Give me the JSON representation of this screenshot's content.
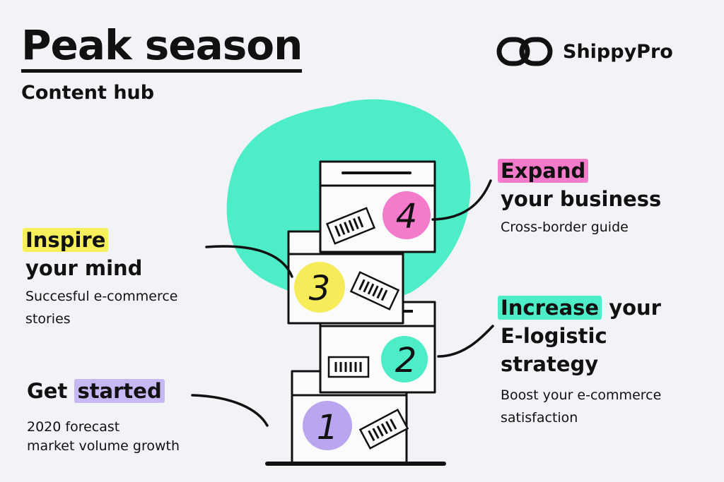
{
  "header": {
    "title": "Peak season",
    "subtitle": "Content hub"
  },
  "brand": {
    "name": "ShippyPro",
    "icon": "interlocked-rings-icon"
  },
  "boxes": [
    {
      "number": "1",
      "color": "#b9a6ee"
    },
    {
      "number": "2",
      "color": "#4dedc8"
    },
    {
      "number": "3",
      "color": "#f6ec5a"
    },
    {
      "number": "4",
      "color": "#f47acb"
    }
  ],
  "sections": {
    "get_started": {
      "heading_plain": "Get ",
      "heading_highlight": "started",
      "highlight_color": "#c7b8f4",
      "desc_line1": "2020 forecast",
      "desc_line2": "market volume growth"
    },
    "inspire": {
      "heading_highlight": "Inspire",
      "heading_line2": "your mind",
      "highlight_color": "#f7ee5c",
      "desc_line1": "Succesful e-commerce",
      "desc_line2": "stories"
    },
    "expand": {
      "heading_highlight": "Expand",
      "heading_line2": "your business",
      "highlight_color": "#f47acb",
      "desc_line1": "Cross-border guide"
    },
    "increase": {
      "heading_highlight": "Increase",
      "heading_plain": " your",
      "heading_line2": "E-logistic",
      "heading_line3": "strategy",
      "highlight_color": "#4dedc8",
      "desc_line1": "Boost your e-commerce",
      "desc_line2": "satisfaction"
    }
  },
  "colors": {
    "background": "#f2f3f6",
    "blob": "#4dedc8",
    "ink": "#111111"
  }
}
